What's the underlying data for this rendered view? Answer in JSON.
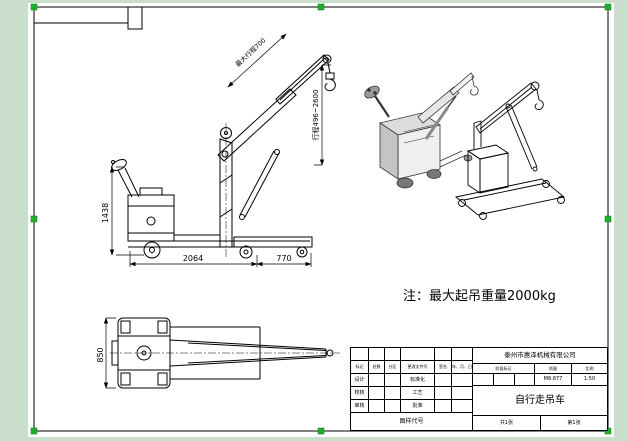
{
  "drawing": {
    "note": "注：最大起吊重量2000kg",
    "dims": {
      "height_1438": "1438",
      "length_2064": "2064",
      "length_770": "770",
      "width_850": "850",
      "stroke_range": "行程496~2600",
      "max_travel": "最大行程700"
    }
  },
  "title_block": {
    "company": "泰州市惠泽机械有限公司",
    "product_name": "自行走吊车",
    "drawing_code": "图样代号",
    "revision_header": [
      "标记",
      "处数",
      "分区",
      "更改文件号",
      "签名",
      "年、月、日"
    ],
    "sign_rows": [
      {
        "left": "设计",
        "right": "标准化"
      },
      {
        "left": "校核",
        "right": "工艺"
      },
      {
        "left": "审核",
        "right": "批准"
      }
    ],
    "stage_label": "阶段标记",
    "mass_label": "质量",
    "scale_label": "比例",
    "mass_value": "M8.877",
    "scale_value": "1:50",
    "sheet_total": "共1张",
    "sheet_index": "第1张"
  }
}
